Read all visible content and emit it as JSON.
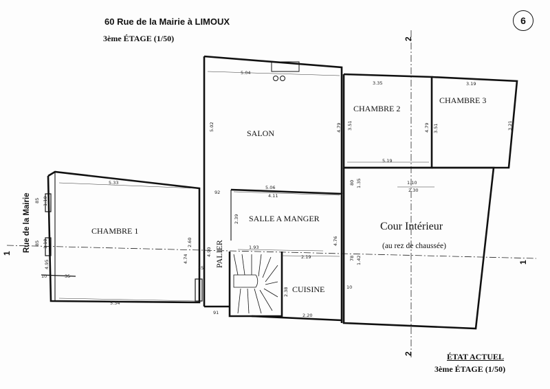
{
  "header": {
    "address": "60 Rue de la Mairie à LIMOUX",
    "floor_scale": "3ème ÉTAGE (1/50)"
  },
  "page_number": "6",
  "footer": {
    "state": "ÉTAT ACTUEL",
    "floor_scale": "3ème ÉTAGE (1/50)"
  },
  "street_label": "Rue de la Mairie",
  "axes": {
    "section_1": "1",
    "section_2": "2"
  },
  "rooms": {
    "chambre1": "CHAMBRE 1",
    "chambre2": "CHAMBRE 2",
    "chambre3": "CHAMBRE 3",
    "salon": "SALON",
    "salle_a_manger": "SALLE A MANGER",
    "cuisine": "CUISINE",
    "palier": "PALIER",
    "cour": "Cour Intérieur",
    "cour_note": "(au rez de chaussée)"
  },
  "dimensions": {
    "salon_width": "5.04",
    "salon_height": "5.02",
    "chambre1_top": "5.33",
    "chambre1_bottom": "5.34",
    "chambre1_right": "2.60",
    "chambre2_top": "3.35",
    "chambre2_left": "3.51",
    "chambre2_right": "4.79",
    "chambre3_top": "3.19",
    "chambre3_left": "4.79",
    "chambre3_left2": "3.51",
    "chambre3_right": "3.21",
    "chambres_bottom": "5.19",
    "sam_top": "5.06",
    "sam_top2": "4.11",
    "sam_left": "2.39",
    "sam_right": "4.76",
    "stair": "1.93",
    "corridor": "2.19",
    "cuisine_side": "2.38",
    "cuisine_bottom": "2.20",
    "cour_a": "1.10",
    "cour_b": "2.30",
    "left_85a": "85",
    "left_110a": "1.10",
    "left_85b": "85",
    "left_110b": "1.10",
    "left_495": "4.95",
    "left_10": "10",
    "left_35": "35",
    "v_92": "92",
    "v_474": "4.74",
    "v_490": "4.90",
    "v_35": "35",
    "v_91": "91",
    "v_80": "80",
    "v_135": "1.35",
    "v_78": "78",
    "v_142": "1.42",
    "v_10": "10"
  }
}
